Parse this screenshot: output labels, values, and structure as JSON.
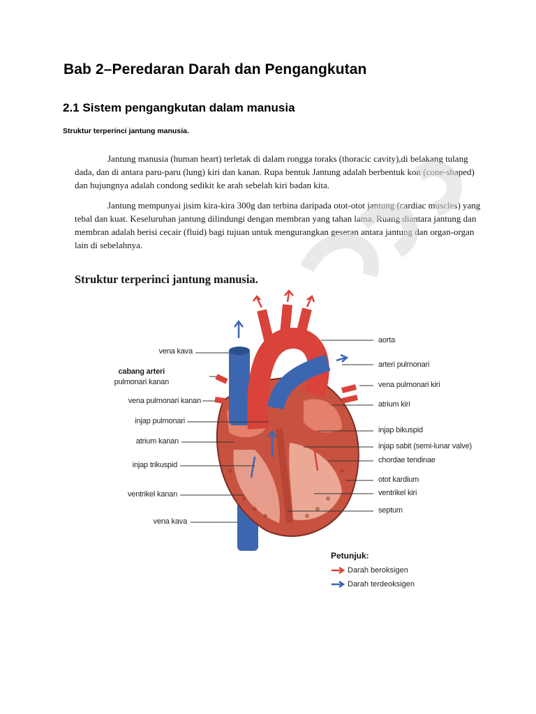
{
  "chapter_title": "Bab 2–Peredaran Darah dan Pengangkutan",
  "section_title": "2.1 Sistem pengangkutan dalam manusia",
  "caption": "Struktur terperinci jantung manusia.",
  "paragraph1_lines": [
    "Jantung manusia (human heart) terletak di dalam rongga toraks (thoracic cavity),di belakang tulang",
    "dada, dan di antara paru-paru (lung) kiri dan kanan. Rupa bentuk Jantung adalah berbentuk kon (cone-shaped)",
    "dan hujungnya adalah condong sedikit ke arah sebelah kiri badan kita."
  ],
  "paragraph2_lines": [
    "Jantung mempunyai jisim kira-kira 300g dan terbina daripada otot-otot jantung (cardiac muscles) yang",
    "tebal dan kuat. Keseluruhan jantung dilindungi dengan membran yang tahan lama. Ruang diantara jantung dan",
    "membran adalah berisi cecair (fluid) bagi tujuan untuk mengurangkan geseran antara jantung dan organ-organ",
    "lain di sebelahnya."
  ],
  "scan_heading": "Struktur terperinci jantung manusia.",
  "diagram_labels_left": {
    "vena_kava_top": "vena kava",
    "cabang_arteri": "cabang arteri",
    "pulmonari_kanan": "pulmonari kanan",
    "vena_pulmonari_kanan": "vena pulmonari kanan",
    "injap_pulmonari": "injap pulmonari",
    "atrium_kanan": "atrium kanan",
    "injap_trikuspid": "injap trikuspid",
    "ventrikel_kanan": "ventrikel kanan",
    "vena_kava_bottom": "vena kava"
  },
  "diagram_labels_right": {
    "aorta": "aorta",
    "arteri_pulmonari": "arteri pulmonari",
    "vena_pulmonari_kiri": "vena pulmonari kiri",
    "atrium_kiri": "atrium kiri",
    "injap_bikuspid": "injap bikuspid",
    "injap_sabit": "injap sabit (semi-lunar valve)",
    "chordae_tendinae": "chordae tendinae",
    "otot_kardium": "otot kardium",
    "ventrikel_kiri": "ventrikel kiri",
    "septum": "septum"
  },
  "legend": {
    "title": "Petunjuk:",
    "oxygenated": "Darah beroksigen",
    "deoxygenated": "Darah terdeoksigen"
  },
  "colors": {
    "oxygenated": "#d9433a",
    "deoxygenated": "#3d66b0"
  }
}
